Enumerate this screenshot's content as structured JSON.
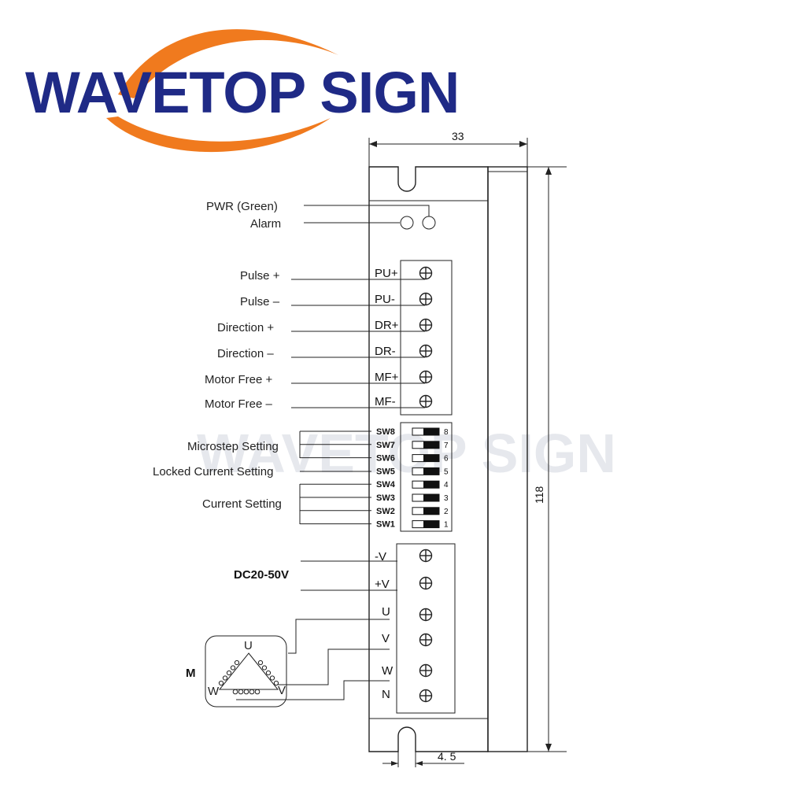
{
  "brand": {
    "logo_text": "WAVETOP SIGN",
    "logo_color": "#1f2a86",
    "swoosh_color": "#f07a1e",
    "watermark_text": "WAVETOP SIGN"
  },
  "indicators": {
    "pwr_label": "PWR (Green)",
    "alarm_label": "Alarm"
  },
  "signals": [
    {
      "label": "Pulse +",
      "pin": "PU+"
    },
    {
      "label": "Pulse –",
      "pin": "PU-"
    },
    {
      "label": "Direction +",
      "pin": "DR+"
    },
    {
      "label": "Direction –",
      "pin": "DR-"
    },
    {
      "label": "Motor Free +",
      "pin": "MF+"
    },
    {
      "label": "Motor Free –",
      "pin": "MF-"
    }
  ],
  "dip_switches": [
    {
      "label": "SW8",
      "num": "8"
    },
    {
      "label": "SW7",
      "num": "7"
    },
    {
      "label": "SW6",
      "num": "6"
    },
    {
      "label": "SW5",
      "num": "5"
    },
    {
      "label": "SW4",
      "num": "4"
    },
    {
      "label": "SW3",
      "num": "3"
    },
    {
      "label": "SW2",
      "num": "2"
    },
    {
      "label": "SW1",
      "num": "1"
    }
  ],
  "switch_groups": {
    "microstep": "Microstep Setting",
    "locked_current": "Locked Current Setting",
    "current": "Current Setting"
  },
  "power": {
    "label": "DC20-50V",
    "pins": [
      "-V",
      "+V"
    ]
  },
  "motor": {
    "label": "M",
    "pins": [
      "U",
      "V",
      "W",
      "N"
    ],
    "coil_u": "U",
    "coil_v": "V",
    "coil_w": "W"
  },
  "dimensions": {
    "width": "33",
    "height": "118",
    "slot": "4. 5"
  }
}
